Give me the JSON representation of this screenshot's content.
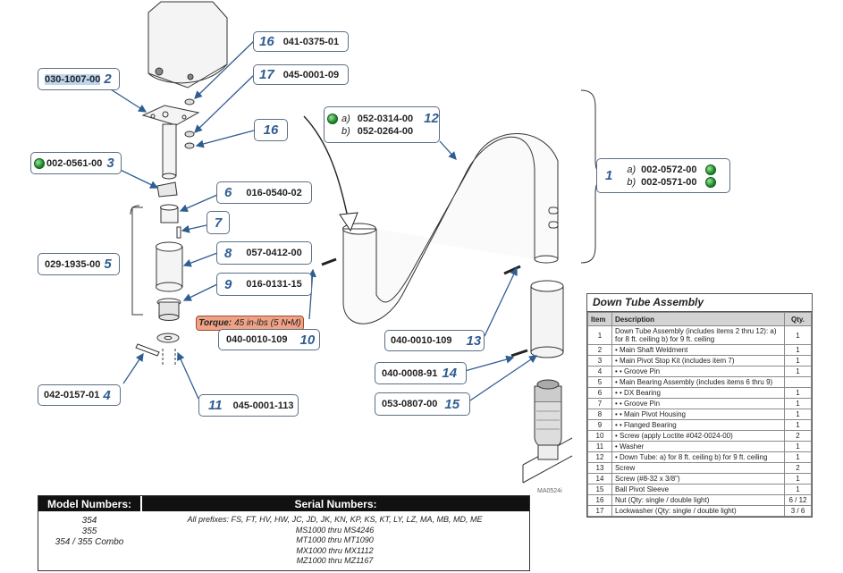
{
  "callouts": {
    "c16a": {
      "num": "16",
      "pn": "041-0375-01"
    },
    "c2": {
      "num": "2",
      "pn": "030-1007-00"
    },
    "c17": {
      "num": "17",
      "pn": "045-0001-09"
    },
    "c16b": {
      "num": "16"
    },
    "c3": {
      "num": "3",
      "pn": "002-0561-00"
    },
    "c6": {
      "num": "6",
      "pn": "016-0540-02"
    },
    "c7": {
      "num": "7"
    },
    "c5": {
      "num": "5",
      "pn": "029-1935-00"
    },
    "c8": {
      "num": "8",
      "pn": "057-0412-00"
    },
    "c9": {
      "num": "9",
      "pn": "016-0131-15"
    },
    "c10": {
      "num": "10",
      "pn": "040-0010-109"
    },
    "c4": {
      "num": "4",
      "pn": "042-0157-01"
    },
    "c11": {
      "num": "11",
      "pn": "045-0001-113"
    },
    "c12": {
      "num": "12",
      "a_label": "a)",
      "a_pn": "052-0314-00",
      "b_label": "b)",
      "b_pn": "052-0264-00"
    },
    "c1": {
      "num": "1",
      "a_label": "a)",
      "a_pn": "002-0572-00",
      "b_label": "b)",
      "b_pn": "002-0571-00"
    },
    "c13": {
      "num": "13",
      "pn": "040-0010-109"
    },
    "c14": {
      "num": "14",
      "pn": "040-0008-91"
    },
    "c15": {
      "num": "15",
      "pn": "053-0807-00"
    }
  },
  "torque": {
    "label": "Torque:",
    "value": "45 in-lbs (5 N•M)"
  },
  "drawing_code": "MA0524i",
  "assembly_table": {
    "title": "Down Tube Assembly",
    "headers": [
      "Item",
      "Description",
      "Qty."
    ],
    "rows": [
      {
        "item": "1",
        "desc": "Down Tube Assembly (includes items 2 thru 12): a) for 8 ft. ceiling b) for 9 ft. ceiling",
        "qty": "1"
      },
      {
        "item": "2",
        "desc": "• Main Shaft Weldment",
        "qty": "1"
      },
      {
        "item": "3",
        "desc": "• Main Pivot Stop Kit (includes item 7)",
        "qty": "1"
      },
      {
        "item": "4",
        "desc": "• • Groove Pin",
        "qty": "1"
      },
      {
        "item": "5",
        "desc": "• Main Bearing Assembly (includes items 6 thru 9)",
        "qty": ""
      },
      {
        "item": "6",
        "desc": "• • DX Bearing",
        "qty": "1"
      },
      {
        "item": "7",
        "desc": "• • Groove Pin",
        "qty": "1"
      },
      {
        "item": "8",
        "desc": "• • Main Pivot Housing",
        "qty": "1"
      },
      {
        "item": "9",
        "desc": "• • Flanged Bearing",
        "qty": "1"
      },
      {
        "item": "10",
        "desc": "• Screw (apply Loctite #042-0024-00)",
        "qty": "2"
      },
      {
        "item": "11",
        "desc": "• Washer",
        "qty": "1"
      },
      {
        "item": "12",
        "desc": "• Down Tube: a) for 8 ft. ceiling b) for 9 ft. ceiling",
        "qty": "1"
      },
      {
        "item": "13",
        "desc": "Screw",
        "qty": "2"
      },
      {
        "item": "14",
        "desc": "Screw (#8-32 x 3/8\")",
        "qty": "1"
      },
      {
        "item": "15",
        "desc": "Ball Pivot Sleeve",
        "qty": "1"
      },
      {
        "item": "16",
        "desc": "Nut (Qty: single / double light)",
        "qty": "6 / 12"
      },
      {
        "item": "17",
        "desc": "Lockwasher (Qty: single / double light)",
        "qty": "3 / 6"
      }
    ]
  },
  "serial_table": {
    "model_header": "Model Numbers:",
    "serial_header": "Serial Numbers:",
    "models": [
      "354",
      "355",
      "354 / 355 Combo"
    ],
    "serials": [
      "All prefixes: FS, FT, HV, HW, JC, JD, JK, KN, KP, KS, KT, LY, LZ, MA, MB, MD, ME",
      "MS1000 thru MS4246",
      "MT1000 thru MT1090",
      "MX1000 thru MX1112",
      "MZ1000 thru MZ1167"
    ]
  }
}
